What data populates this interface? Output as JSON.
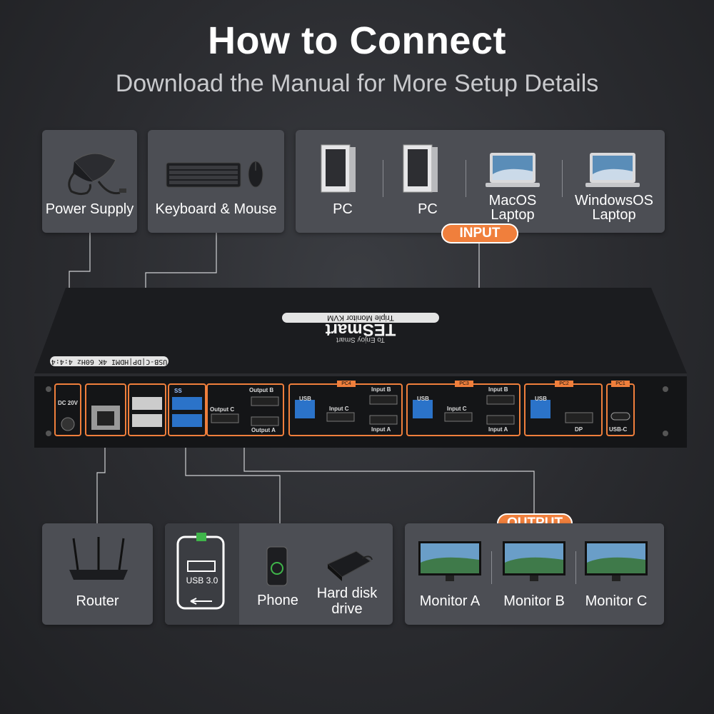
{
  "header": {
    "title": "How to Connect",
    "subtitle": "Download the Manual for More Setup Details"
  },
  "top_cards": {
    "power": "Power Supply",
    "keyboard_mouse": "Keyboard & Mouse",
    "inputs": [
      {
        "label": "PC"
      },
      {
        "label": "PC"
      },
      {
        "label": "MacOS\nLaptop"
      },
      {
        "label": "WindowsOS\nLaptop"
      }
    ]
  },
  "badges": {
    "input": "INPUT",
    "output": "OUTPUT"
  },
  "kvm": {
    "brand": "TESmart",
    "tagline": "To Enjoy Smart",
    "model": "Triple Monitor KVM",
    "spec": "USB-C|DP|HDMI  4K 60Hz 4:4:4",
    "ports": {
      "dc": "DC 20V",
      "usb3": "SS",
      "output_b": "Output B",
      "output_c": "Output C",
      "output_a": "Output A",
      "pc_group_1": "PC4",
      "pc_group_2": "PC3",
      "pc_group_3": "PC2",
      "pc_group_4": "PC1",
      "usb": "USB",
      "input_b": "Input B",
      "input_c": "Input C",
      "input_a": "Input A",
      "dp": "DP",
      "usbc": "USB-C"
    }
  },
  "bottom_cards": {
    "router": "Router",
    "usb_badge": "USB 3.0",
    "phone": "Phone",
    "hdd": "Hard disk\ndrive",
    "monitors": [
      {
        "label": "Monitor A"
      },
      {
        "label": "Monitor B"
      },
      {
        "label": "Monitor C"
      }
    ]
  },
  "colors": {
    "accent": "#f07f3c",
    "card": "#4c4e54",
    "background": "#2a2b2f"
  }
}
